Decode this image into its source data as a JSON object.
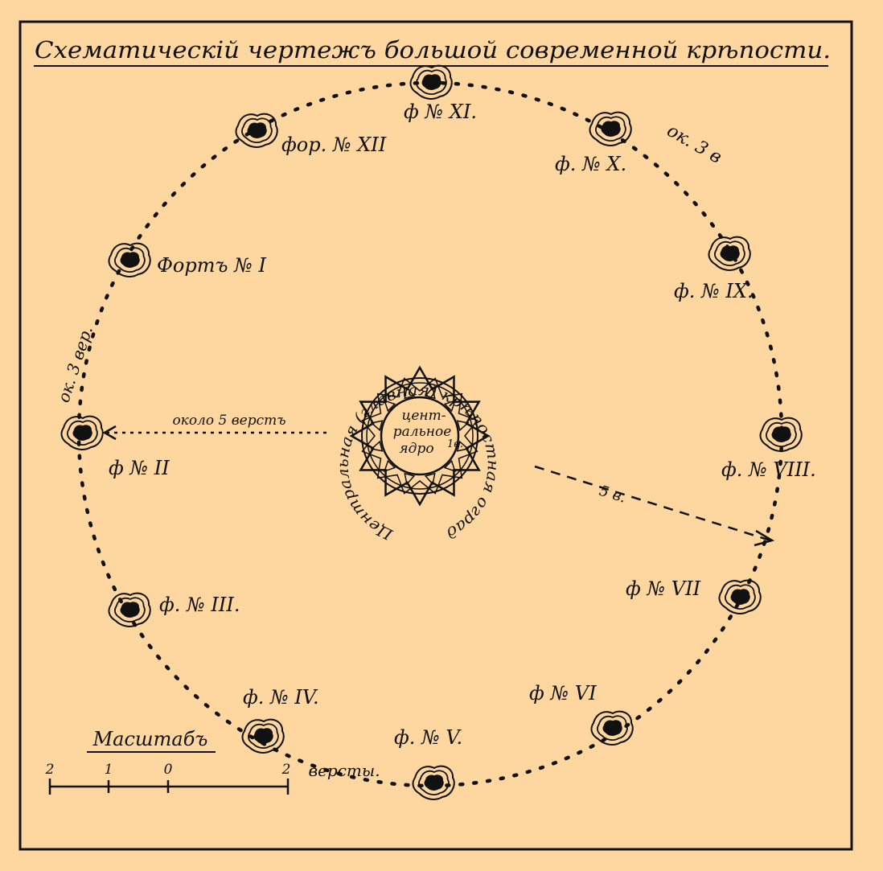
{
  "title": "Схематическій чертежъ большой современной крѣпости.",
  "colors": {
    "background": "#fdd6a0",
    "ink": "#111111"
  },
  "center": {
    "core_text": [
      "цент-",
      "ральное",
      "ядро"
    ],
    "core_small": "1в.",
    "ring_text": "Центральная (главная) крѣпостная ограда."
  },
  "forts": [
    {
      "label": "Фортъ № I"
    },
    {
      "label": "ф № II"
    },
    {
      "label": "ф. № III."
    },
    {
      "label": "ф. № IV."
    },
    {
      "label": "ф. № V."
    },
    {
      "label": "ф № VI"
    },
    {
      "label": "ф № VII"
    },
    {
      "label": "ф. № VIII."
    },
    {
      "label": "ф. № IX."
    },
    {
      "label": "ф. № X."
    },
    {
      "label": "ф № XI."
    },
    {
      "label": "фор. № XII"
    }
  ],
  "annotations": {
    "left_arrow": "около 5 верстъ",
    "diag_arrow": "5 в.",
    "left_interval": "ок. 3 вер.",
    "right_interval": "ок. 3 в"
  },
  "scale": {
    "title": "Масштабъ",
    "ticks": [
      "2",
      "1",
      "0",
      "2"
    ],
    "unit": "версты."
  }
}
